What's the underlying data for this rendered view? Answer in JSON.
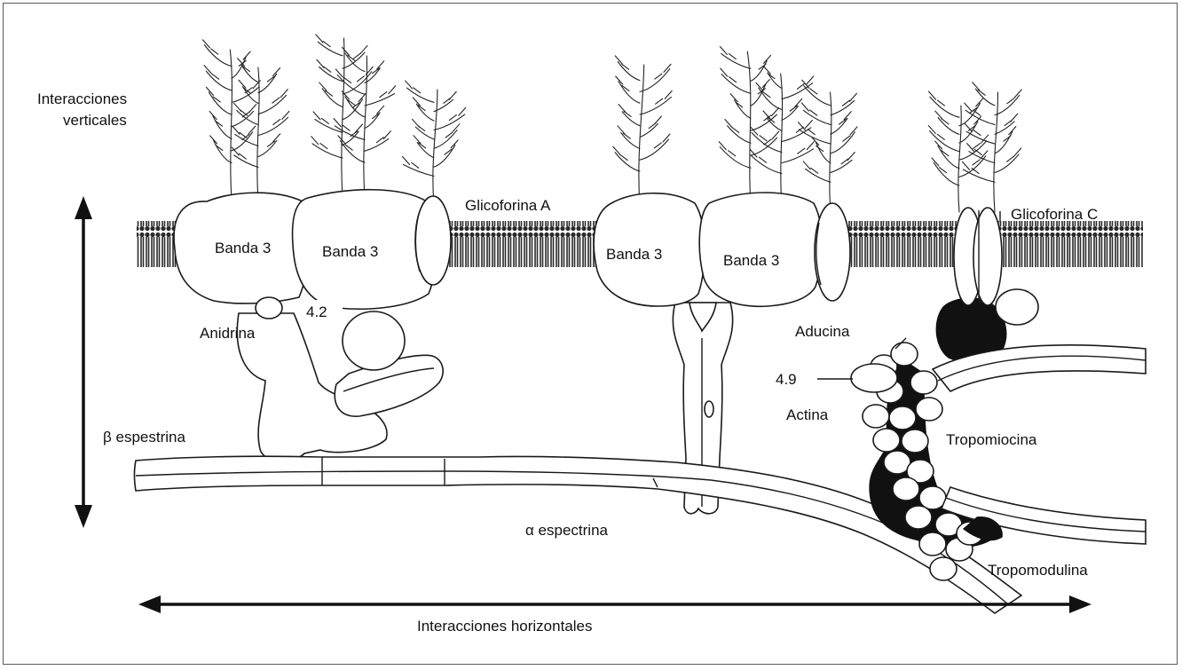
{
  "labels": {
    "vertical_interactions_line1": "Interacciones",
    "vertical_interactions_line2": "verticales",
    "horizontal_interactions": "Interacciones horizontales",
    "glycophorin_a": "Glicoforina A",
    "glycophorin_c": "Glicoforina C",
    "band3_1": "Banda 3",
    "band3_2": "Banda 3",
    "band3_3": "Banda 3",
    "band3_4": "Banda 3",
    "protein_4_2": "4.2",
    "ankyrin": "Anidrina",
    "adducin": "Aducina",
    "protein_4_9": "4.9",
    "actin": "Actina",
    "tropomyosin": "Tropomiocina",
    "tropomodulin": "Tropomodulina",
    "beta_spectrin": "β espestrina",
    "alpha_spectrin": "α espectrina"
  },
  "colors": {
    "ink": "#111111",
    "bilayer": "#2a2a2a",
    "background": "#ffffff"
  }
}
